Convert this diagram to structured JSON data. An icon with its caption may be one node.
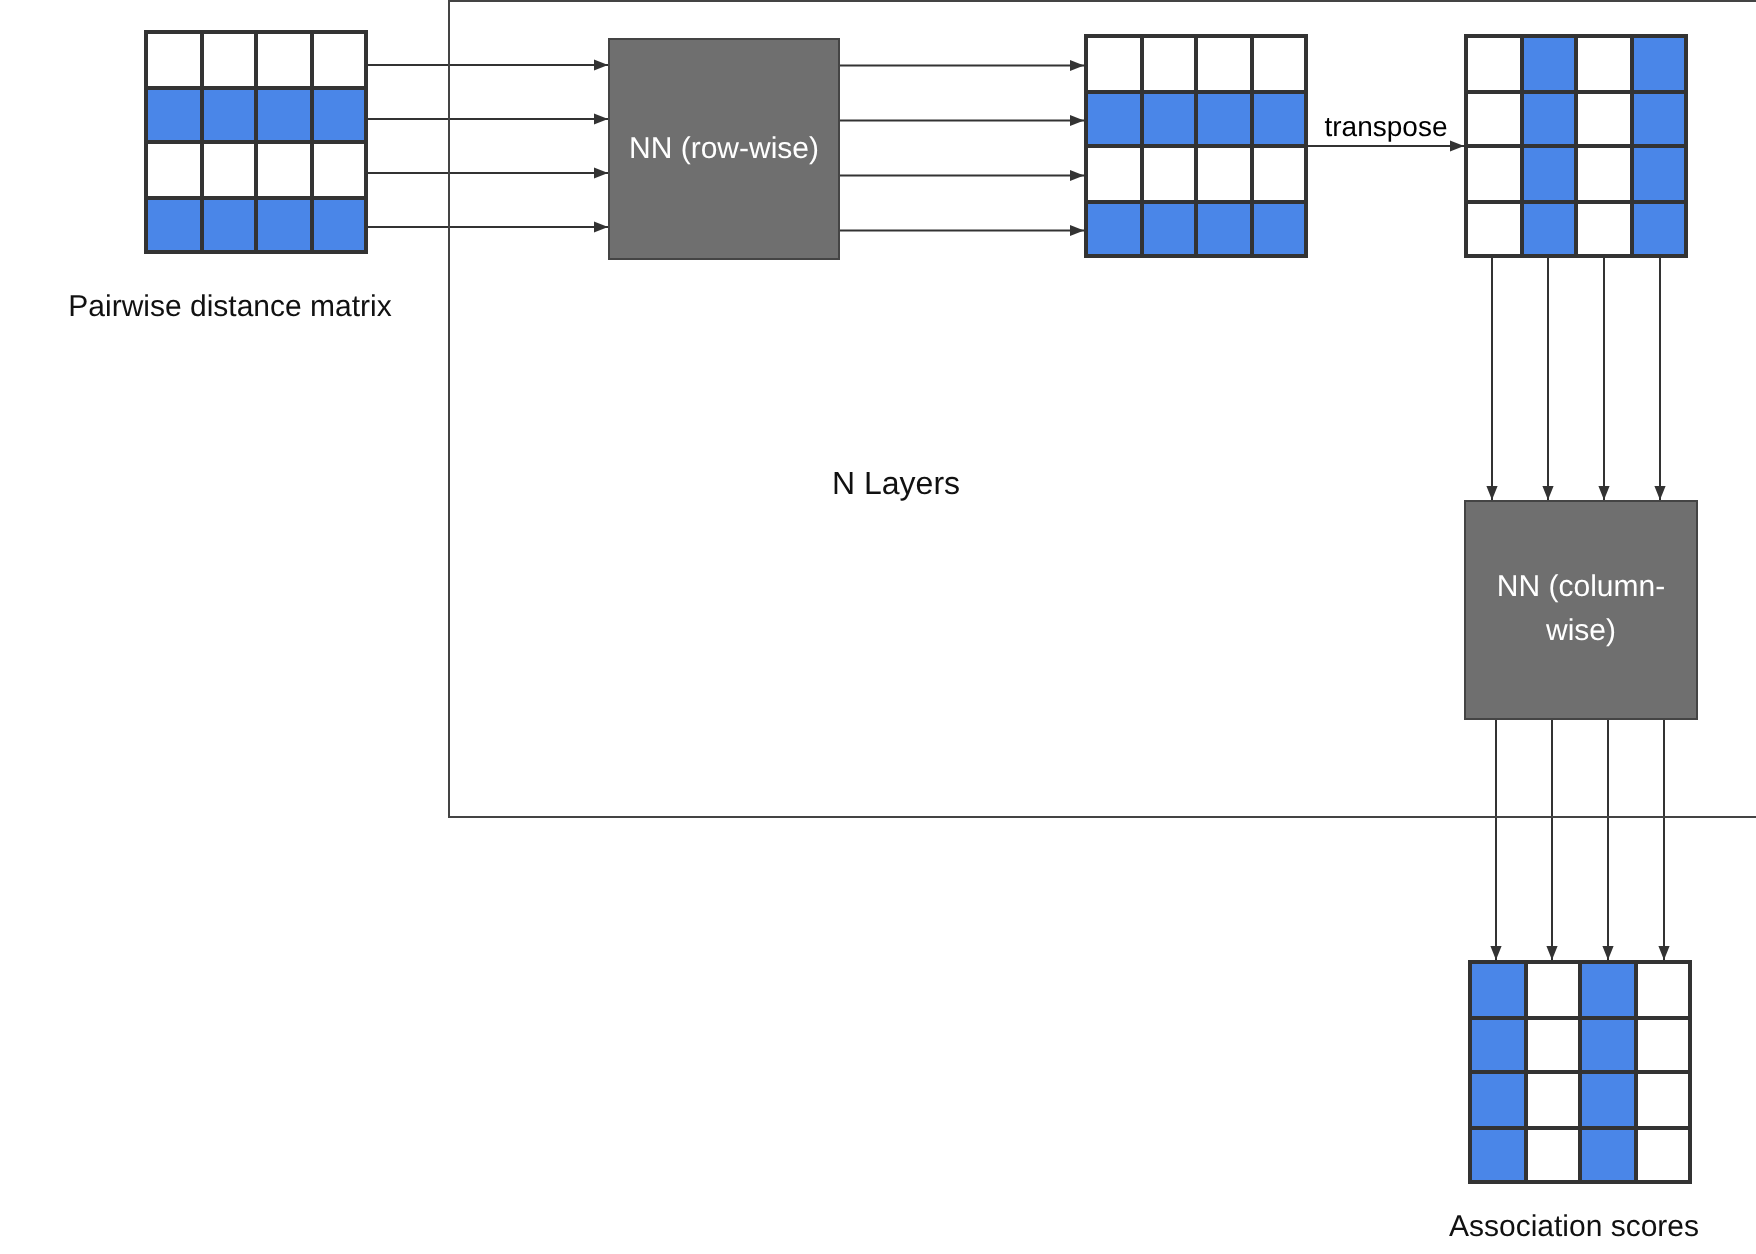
{
  "diagram": {
    "nodes": [
      {
        "text": [],
        "shape": "picture",
        "beside": [
          "Pairwise distance matrix"
        ]
      },
      {
        "text": [
          "N Layers"
        ]
      },
      {
        "text": [
          "NN (row-wise)"
        ],
        "in": 1
      },
      {
        "text": [],
        "shape": "picture",
        "in": 1
      },
      {
        "text": [],
        "shape": "picture",
        "in": 1
      },
      {
        "text": [
          "NN (column-wise)"
        ],
        "in": 1
      },
      {
        "text": [],
        "shape": "picture",
        "beside": [
          "Association scores"
        ]
      }
    ],
    "edges": [
      {
        "from": 0,
        "to": 2,
        "arrow": "to"
      },
      {
        "from": 0,
        "to": 2,
        "arrow": "to"
      },
      {
        "from": 0,
        "to": 2,
        "arrow": "to"
      },
      {
        "from": 0,
        "to": 2,
        "arrow": "to"
      },
      {
        "from": 2,
        "to": 3,
        "arrow": "to"
      },
      {
        "from": 2,
        "to": 3,
        "arrow": "to"
      },
      {
        "from": 2,
        "to": 3,
        "arrow": "to"
      },
      {
        "from": 2,
        "to": 3,
        "arrow": "to"
      },
      {
        "from": 3,
        "to": 4,
        "arrow": "to",
        "label": "transpose"
      },
      {
        "from": 4,
        "to": 5,
        "arrow": "to"
      },
      {
        "from": 4,
        "to": 5,
        "arrow": "to"
      },
      {
        "from": 4,
        "to": 5,
        "arrow": "to"
      },
      {
        "from": 4,
        "to": 5,
        "arrow": "to"
      },
      {
        "from": 5,
        "to": 6,
        "arrow": "to"
      },
      {
        "from": 5,
        "to": 6,
        "arrow": "to"
      },
      {
        "from": 5,
        "to": 6,
        "arrow": "to"
      },
      {
        "from": 5,
        "to": 6,
        "arrow": "to"
      }
    ]
  }
}
